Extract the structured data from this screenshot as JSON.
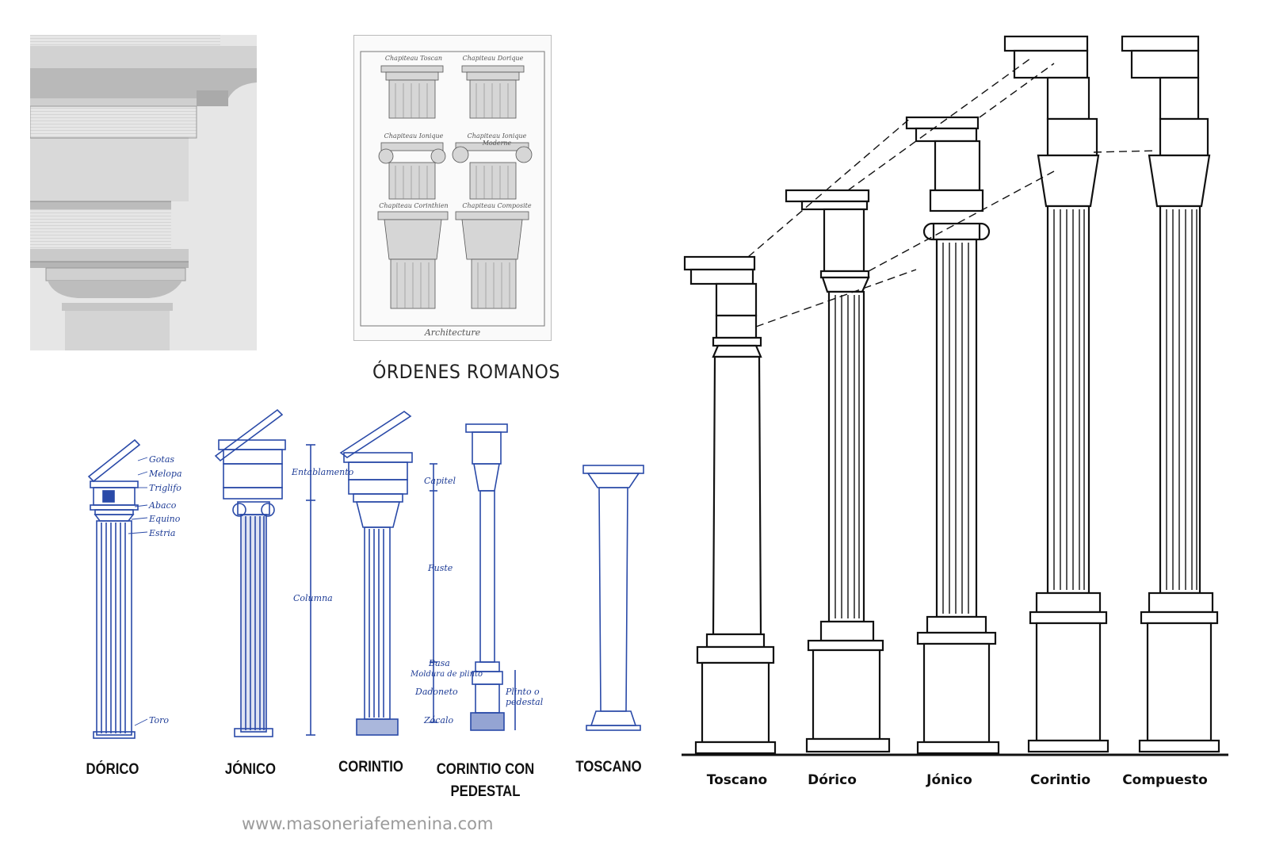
{
  "title": "ÓRDENES ROMANOS",
  "engraving_plate": {
    "caption": "Architecture",
    "headers": [
      "Chapiteau Toscan",
      "Chapiteau Dorique",
      "Chapiteau Ionique",
      "Chapiteau Ionique Moderne",
      "Chapiteau Corinthien",
      "Chapiteau Composite"
    ]
  },
  "blue_diagram": {
    "labels": [
      "DÓRICO",
      "JÓNICO",
      "CORINTIO",
      "CORINTIO CON PEDESTAL",
      "TOSCANO"
    ],
    "doric_parts": [
      "Gotas",
      "Melopa",
      "Triglifo",
      "Abaco",
      "Equino",
      "Estria",
      "Toro"
    ],
    "annotations": [
      "Entablamento",
      "Columna",
      "Capitel",
      "Fuste",
      "Basa",
      "Moldura de plinto",
      "Dadoneto",
      "Zócalo",
      "Plinto o pedestal"
    ],
    "ink_color": "#2a4aa8"
  },
  "right_diagram": {
    "labels": [
      "Toscano",
      "Dórico",
      "Jónico",
      "Corintio",
      "Compuesto"
    ]
  },
  "watermark": "www.masoneriafemenina.com"
}
